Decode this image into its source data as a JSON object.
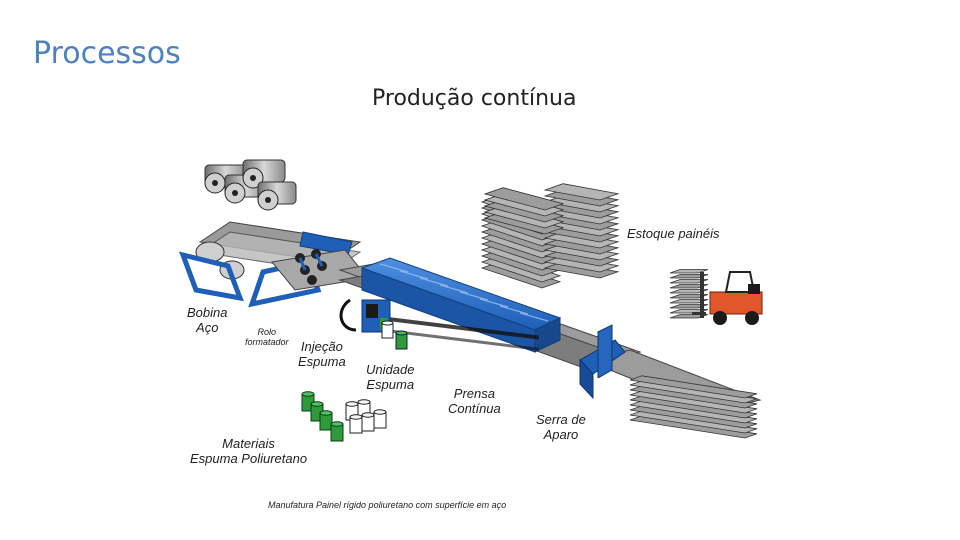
{
  "slide": {
    "title": "Processos",
    "subtitle": "Produção contínua"
  },
  "labels": {
    "bobina_aco_1": "Bobina",
    "bobina_aco_2": "Aço",
    "rolo_1": "Rolo",
    "rolo_2": "formatador",
    "injecao_1": "Injeção",
    "injecao_2": "Espuma",
    "unidade_1": "Unidade",
    "unidade_2": "Espuma",
    "materiais_1": "Materiais",
    "materiais_2": "Espuma Poliuretano",
    "prensa_1": "Prensa",
    "prensa_2": "Contínua",
    "serra_1": "Serra de",
    "serra_2": "Aparo",
    "estoque": "Estoque painéis",
    "caption": "Manufatura Painel rígido poliuretano com superfície em aço"
  },
  "colors": {
    "title": "#4f81bd",
    "machine_blue": "#1f5fb8",
    "belt_gray": "#8c8c8c",
    "drum_green": "#2e9a3c",
    "forklift_orange": "#e2572a"
  },
  "icons": [
    "steel-coil-icon",
    "forklift-icon",
    "drum-icon"
  ]
}
